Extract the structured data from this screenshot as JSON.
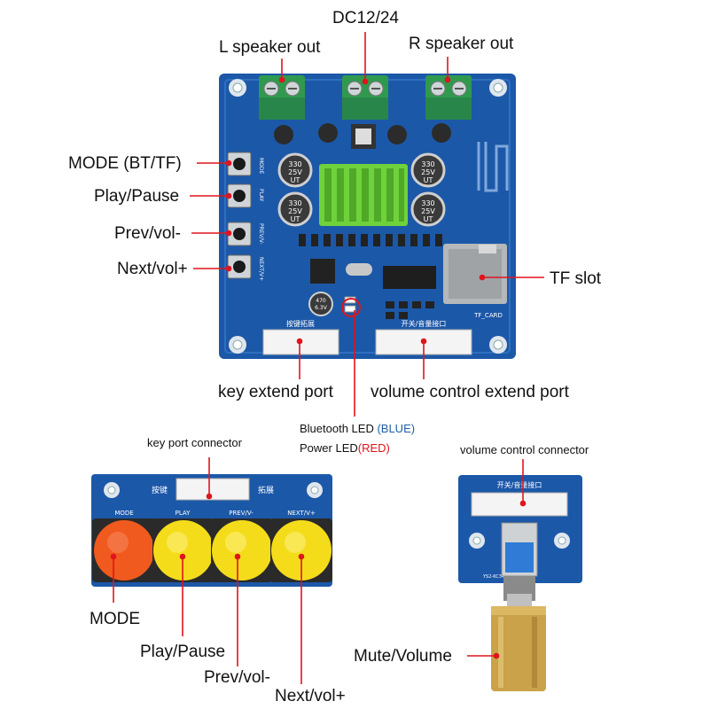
{
  "labels": {
    "dc": "DC12/24",
    "l_speaker": "L speaker out",
    "r_speaker": "R speaker out",
    "mode_bt_tf": "MODE (BT/TF)",
    "play_pause": "Play/Pause",
    "prev_vol": "Prev/vol-",
    "next_vol": "Next/vol+",
    "tf_slot": "TF slot",
    "key_extend_port": "key extend port",
    "volume_extend_port": "volume control extend port",
    "bt_led": "Bluetooth LED ",
    "bt_led_color": "(BLUE)",
    "power_led": "Power LED",
    "power_led_color": "(RED)",
    "key_port_connector": "key port connector",
    "volume_connector": "volume control connector",
    "mode": "MODE",
    "play_pause_2": "Play/Pause",
    "prev_vol_2": "Prev/vol-",
    "next_vol_2": "Next/vol+",
    "mute_volume": "Mute/Volume"
  },
  "board": {
    "silk_mode": "MODE",
    "silk_play": "PLAY",
    "silk_prev": "PREV/V-",
    "silk_next": "NEXT/V+",
    "silk_key_ext": "按键拓展",
    "silk_vol_ext": "开关/音量接口",
    "silk_tf": "TF_CARD",
    "cap_text_1": "330",
    "cap_text_2": "25V",
    "cap_text_3": "UT",
    "cap_small_1": "470",
    "cap_small_2": "6.3V"
  },
  "key_board": {
    "silk_left": "按键",
    "silk_right": "拓展",
    "btn_mode": "MODE",
    "btn_play": "PLAY",
    "btn_prev": "PREV/V-",
    "btn_next": "NEXT/V+"
  },
  "vol_board": {
    "silk_top": "开关/音量接口",
    "silk_code": "YS2-KC3410"
  },
  "colors": {
    "pcb": "#1c58a8",
    "terminal": "#2f9a4e",
    "heatsink": "#6fd23b",
    "mode_button": "#f05a1e",
    "yellow_button": "#f5dc1a",
    "knob": "#c9a24a",
    "red_line": "#e0141e"
  }
}
